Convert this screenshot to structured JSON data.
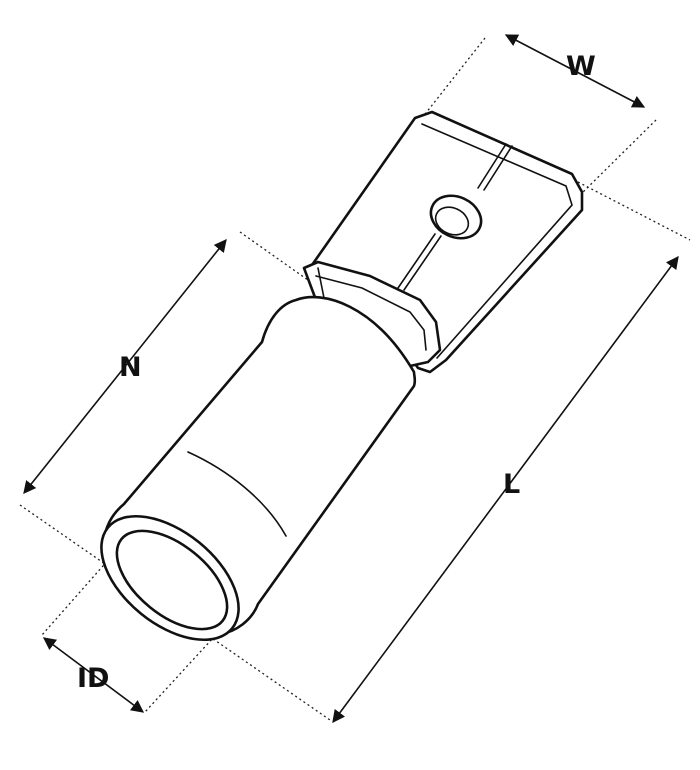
{
  "labels": {
    "width": "W",
    "length": "L",
    "insulation_length": "N",
    "inner_diameter": "ID"
  },
  "colors": {
    "line": "#111111",
    "background": "#ffffff"
  }
}
